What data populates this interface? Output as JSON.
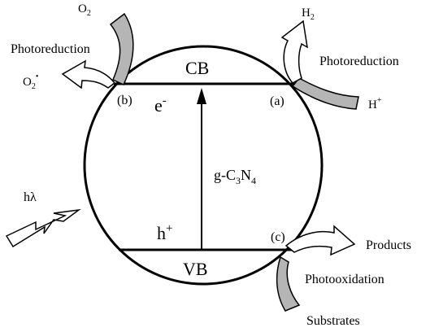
{
  "labels": {
    "cb": "CB",
    "vb": "VB",
    "electron": "e",
    "electron_sup": "-",
    "hole": "h",
    "hole_sup": "+",
    "catalyst": "g-C",
    "catalyst_sub1": "3",
    "catalyst_mid": "N",
    "catalyst_sub2": "4",
    "site_a": "(a)",
    "site_b": "(b)",
    "site_c": "(c)",
    "photoreduction_left": "Photoreduction",
    "photoreduction_right": "Photoreduction",
    "photooxidation": "Photooxidation",
    "o2": "O",
    "o2_sub": "2",
    "superoxide": "O",
    "superoxide_sub": "2",
    "superoxide_sup": "•",
    "h2": "H",
    "h2_sub": "2",
    "proton": "H",
    "proton_sup": "+",
    "products": "Products",
    "substrates": "Substrates",
    "light": "hλ"
  },
  "colors": {
    "line": "#000000",
    "curved_arrow": "#b5b5b5",
    "hollow_arrow_fill": "#ffffff"
  }
}
